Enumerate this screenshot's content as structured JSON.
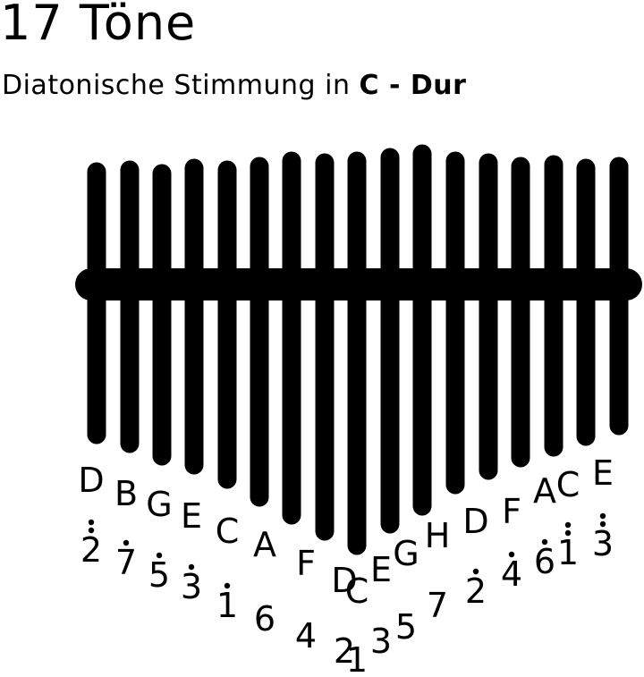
{
  "header": {
    "title": "17 Töne",
    "subtitle_prefix": "Diatonische Stimmung in",
    "subtitle_key": "C - Dur"
  },
  "tines": [
    {
      "note": "D",
      "number": "2",
      "dots_above": 2
    },
    {
      "note": "B",
      "number": "7",
      "dots_above": 1
    },
    {
      "note": "G",
      "number": "5",
      "dots_above": 1
    },
    {
      "note": "E",
      "number": "3",
      "dots_above": 1
    },
    {
      "note": "C",
      "number": "1",
      "dots_above": 1
    },
    {
      "note": "A",
      "number": "6",
      "dots_above": 0
    },
    {
      "note": "F",
      "number": "4",
      "dots_above": 0
    },
    {
      "note": "D",
      "number": "2",
      "dots_above": 0
    },
    {
      "note": "C",
      "number": "1",
      "dots_above": 0
    },
    {
      "note": "E",
      "number": "3",
      "dots_above": 0
    },
    {
      "note": "G",
      "number": "5",
      "dots_above": 0
    },
    {
      "note": "H",
      "number": "7",
      "dots_above": 0
    },
    {
      "note": "D",
      "number": "2",
      "dots_above": 1
    },
    {
      "note": "F",
      "number": "4",
      "dots_above": 1
    },
    {
      "note": "A",
      "number": "6",
      "dots_above": 1
    },
    {
      "note": "C",
      "number": "1",
      "dots_above": 2
    },
    {
      "note": "E",
      "number": "3",
      "dots_above": 2
    }
  ]
}
